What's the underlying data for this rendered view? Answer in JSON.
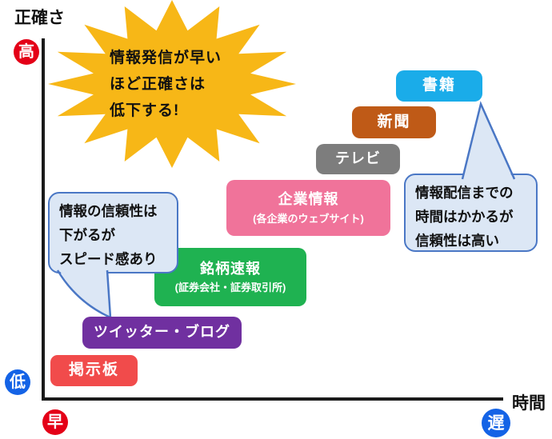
{
  "axes": {
    "y_label": "正確さ",
    "x_label": "時間",
    "y_high": "高",
    "y_low": "低",
    "x_fast": "早",
    "x_slow": "遅",
    "line_color": "#1a1a1a"
  },
  "markers": {
    "red": "#E40017",
    "blue": "#1463E6"
  },
  "burst": {
    "line1": "情報発信が早い",
    "line2": "ほど正確さは",
    "line3": "低下する!",
    "color": "#F7B717"
  },
  "items": {
    "books": {
      "label": "書籍",
      "color": "#1AACE9"
    },
    "newspaper": {
      "label": "新聞",
      "color": "#BF5A17"
    },
    "tv": {
      "label": "テレビ",
      "color": "#7D7D7D"
    },
    "corporate": {
      "label": "企業情報",
      "sub": "(各企業のウェブサイト)",
      "color": "#F0739A"
    },
    "ticker": {
      "label": "銘柄速報",
      "sub": "(証券会社・証券取引所)",
      "color": "#1FB251"
    },
    "twitter": {
      "label": "ツイッター・ブログ",
      "color": "#7030A0"
    },
    "bbs": {
      "label": "掲示板",
      "color": "#F14B4B"
    }
  },
  "callouts": {
    "fill": "#DCE7F5",
    "border": "#4A77C5",
    "left": {
      "line1": "情報の信頼性は",
      "line2": "下がるが",
      "line3": "スピード感あり"
    },
    "right": {
      "line1": "情報配信までの",
      "line2": "時間はかかるが",
      "line3": "信頼性は高い"
    }
  }
}
